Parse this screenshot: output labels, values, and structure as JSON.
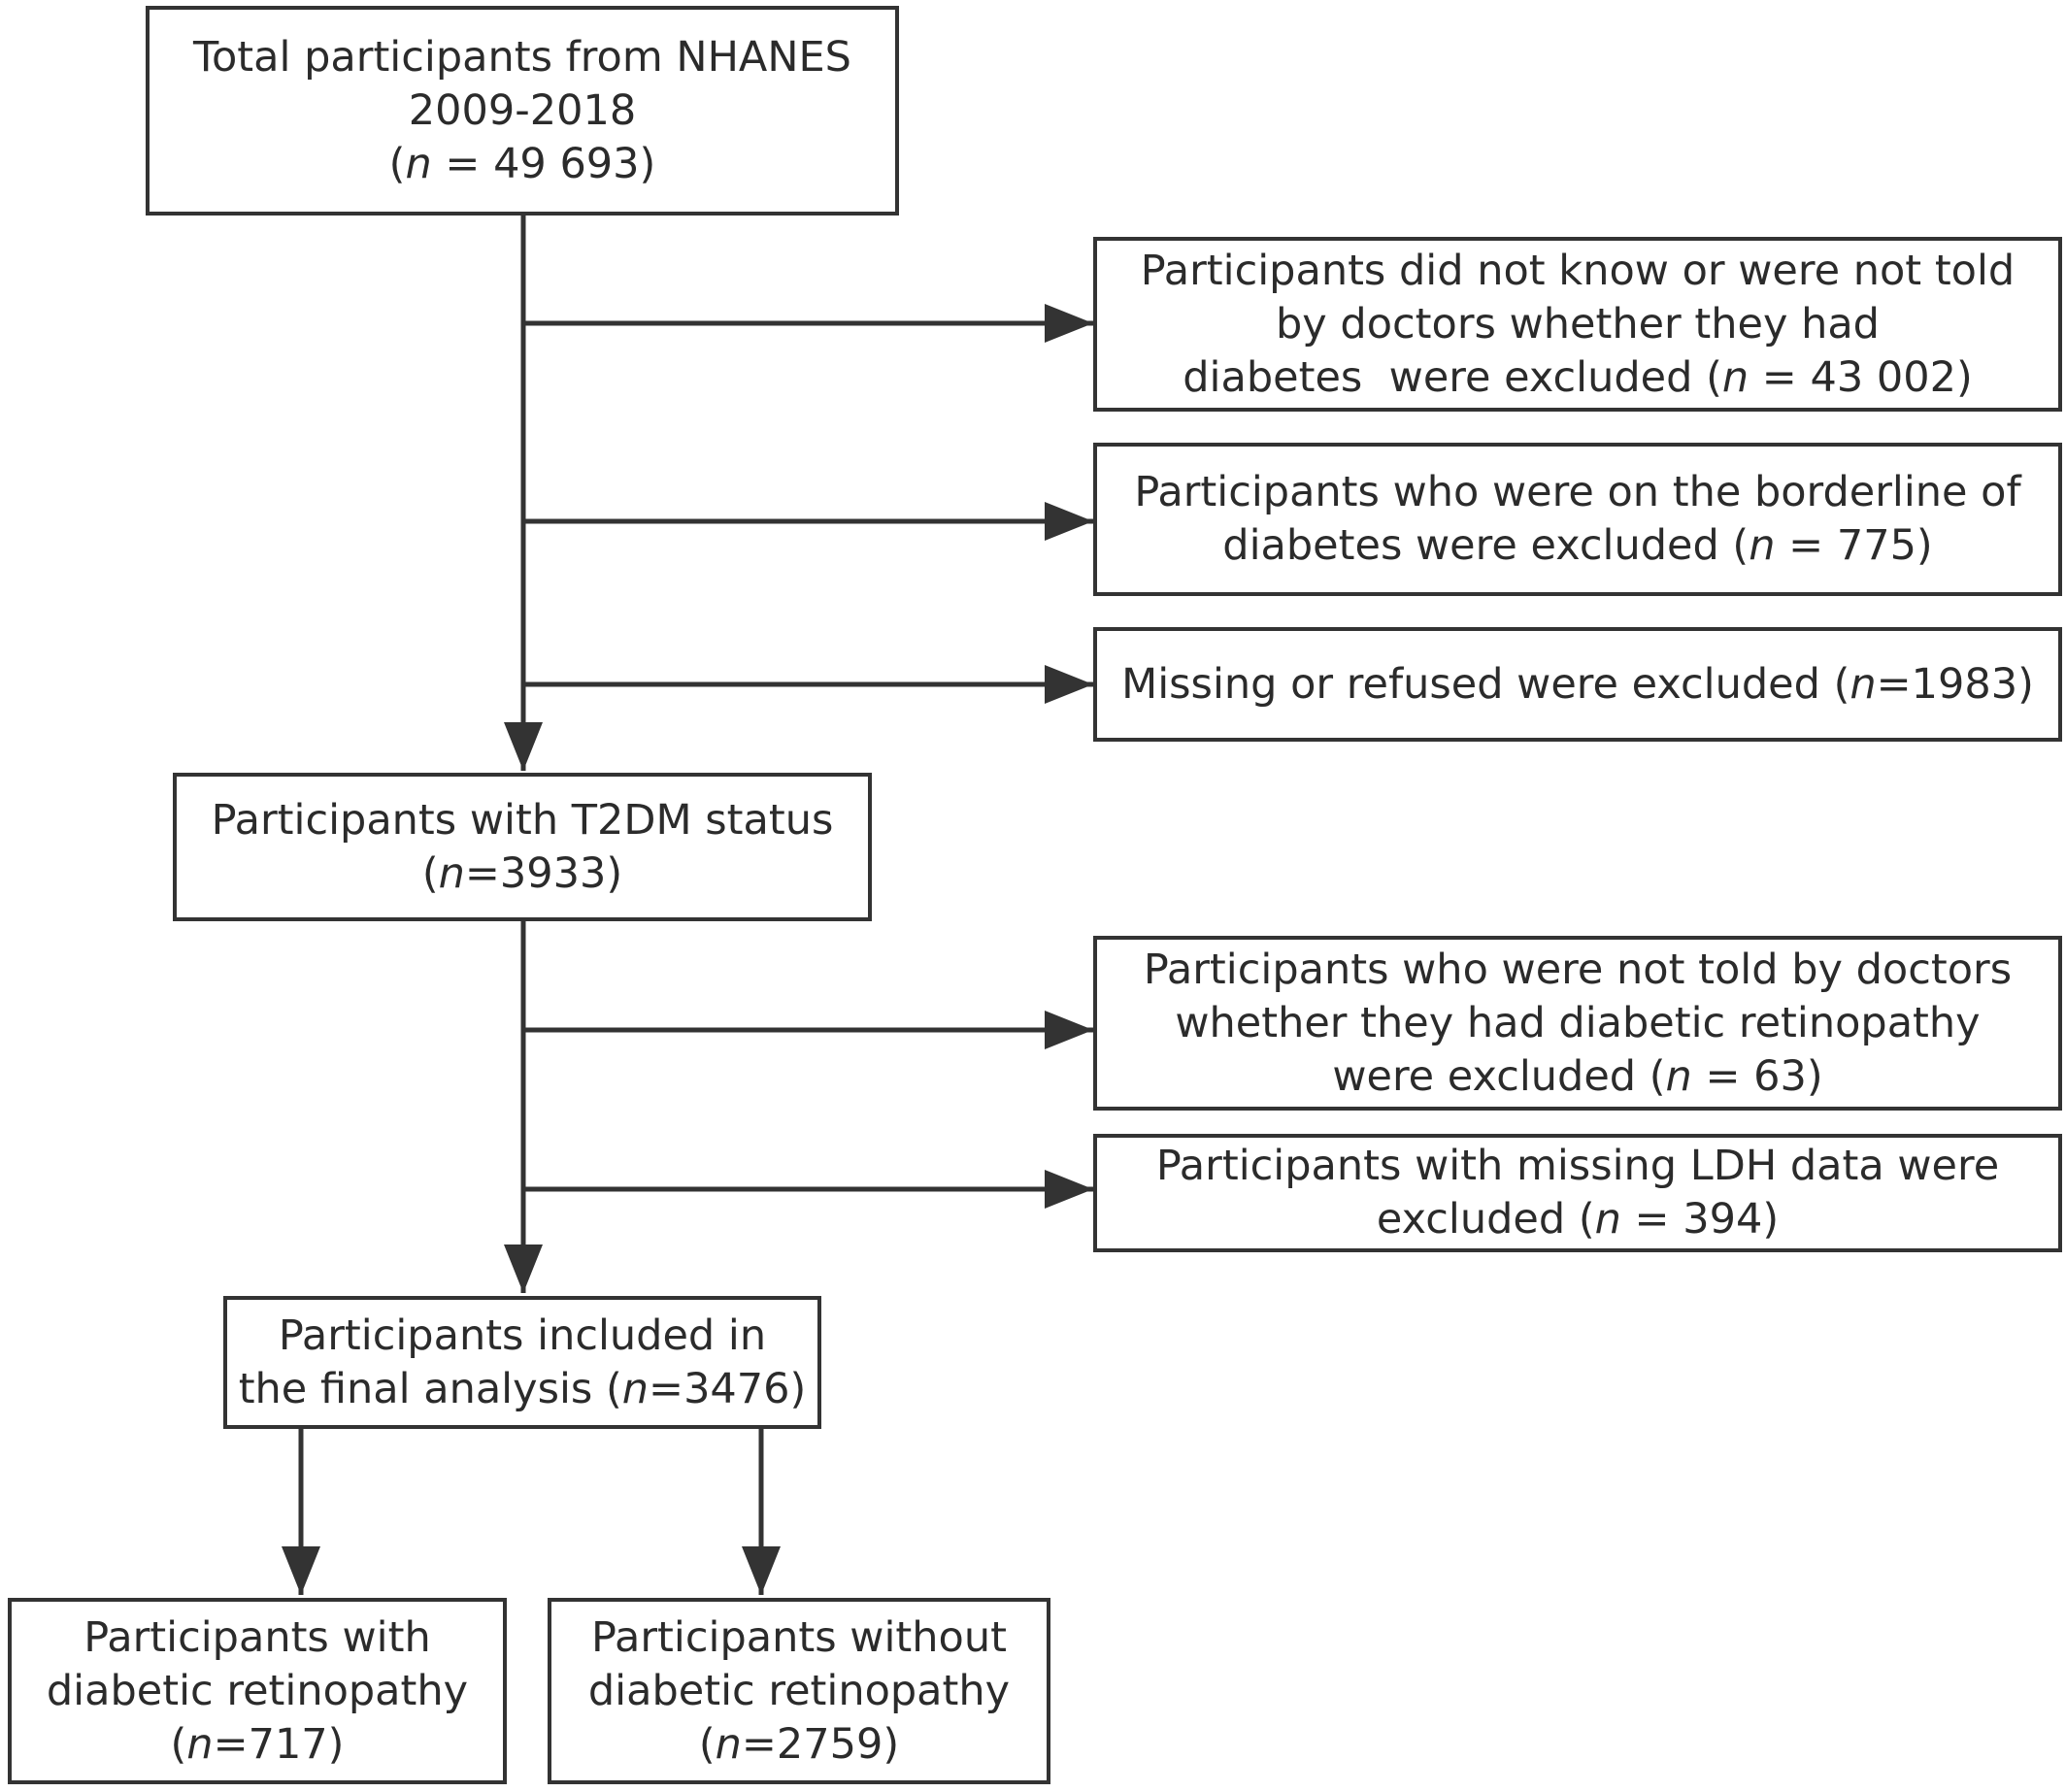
{
  "colors": {
    "line": "#333333",
    "text": "#2b2b2b",
    "background": "#ffffff"
  },
  "boxes": {
    "total": {
      "lines": [
        "Total participants from NHANES",
        "2009-2018"
      ],
      "n_prefix": "(",
      "n_label": "n",
      "n_value": " = 49 693)"
    },
    "excl_unknown": {
      "lines": [
        "Participants did not know or were not told",
        "by doctors whether they had"
      ],
      "last_text": "diabetes  were excluded (",
      "n_label": "n",
      "n_value": " = 43 002)"
    },
    "excl_borderline": {
      "lines": [
        "Participants who were on the borderline of"
      ],
      "last_text": "diabetes were excluded (",
      "n_label": "n",
      "n_value": " = 775)"
    },
    "excl_missing": {
      "last_text": "Missing or refused were excluded (",
      "n_label": "n",
      "n_value": "=1983)"
    },
    "t2dm": {
      "lines": [
        "Participants with T2DM status"
      ],
      "n_prefix": "(",
      "n_label": "n",
      "n_value": "=3933)"
    },
    "excl_dr_untold": {
      "lines": [
        "Participants who were not told by doctors",
        "whether they had diabetic retinopathy"
      ],
      "last_text": "were excluded (",
      "n_label": "n",
      "n_value": " = 63)"
    },
    "excl_ldh": {
      "lines": [
        "Participants with missing LDH data were"
      ],
      "last_text": "excluded (",
      "n_label": "n",
      "n_value": " = 394)"
    },
    "final": {
      "lines": [
        "Participants included in"
      ],
      "last_text": "the final analysis (",
      "n_label": "n",
      "n_value": "=3476)"
    },
    "with_dr": {
      "lines": [
        "Participants with",
        "diabetic retinopathy"
      ],
      "n_prefix": "(",
      "n_label": "n",
      "n_value": "=717)"
    },
    "without_dr": {
      "lines": [
        "Participants without",
        "diabetic retinopathy"
      ],
      "n_prefix": "(",
      "n_label": "n",
      "n_value": "=2759)"
    }
  }
}
